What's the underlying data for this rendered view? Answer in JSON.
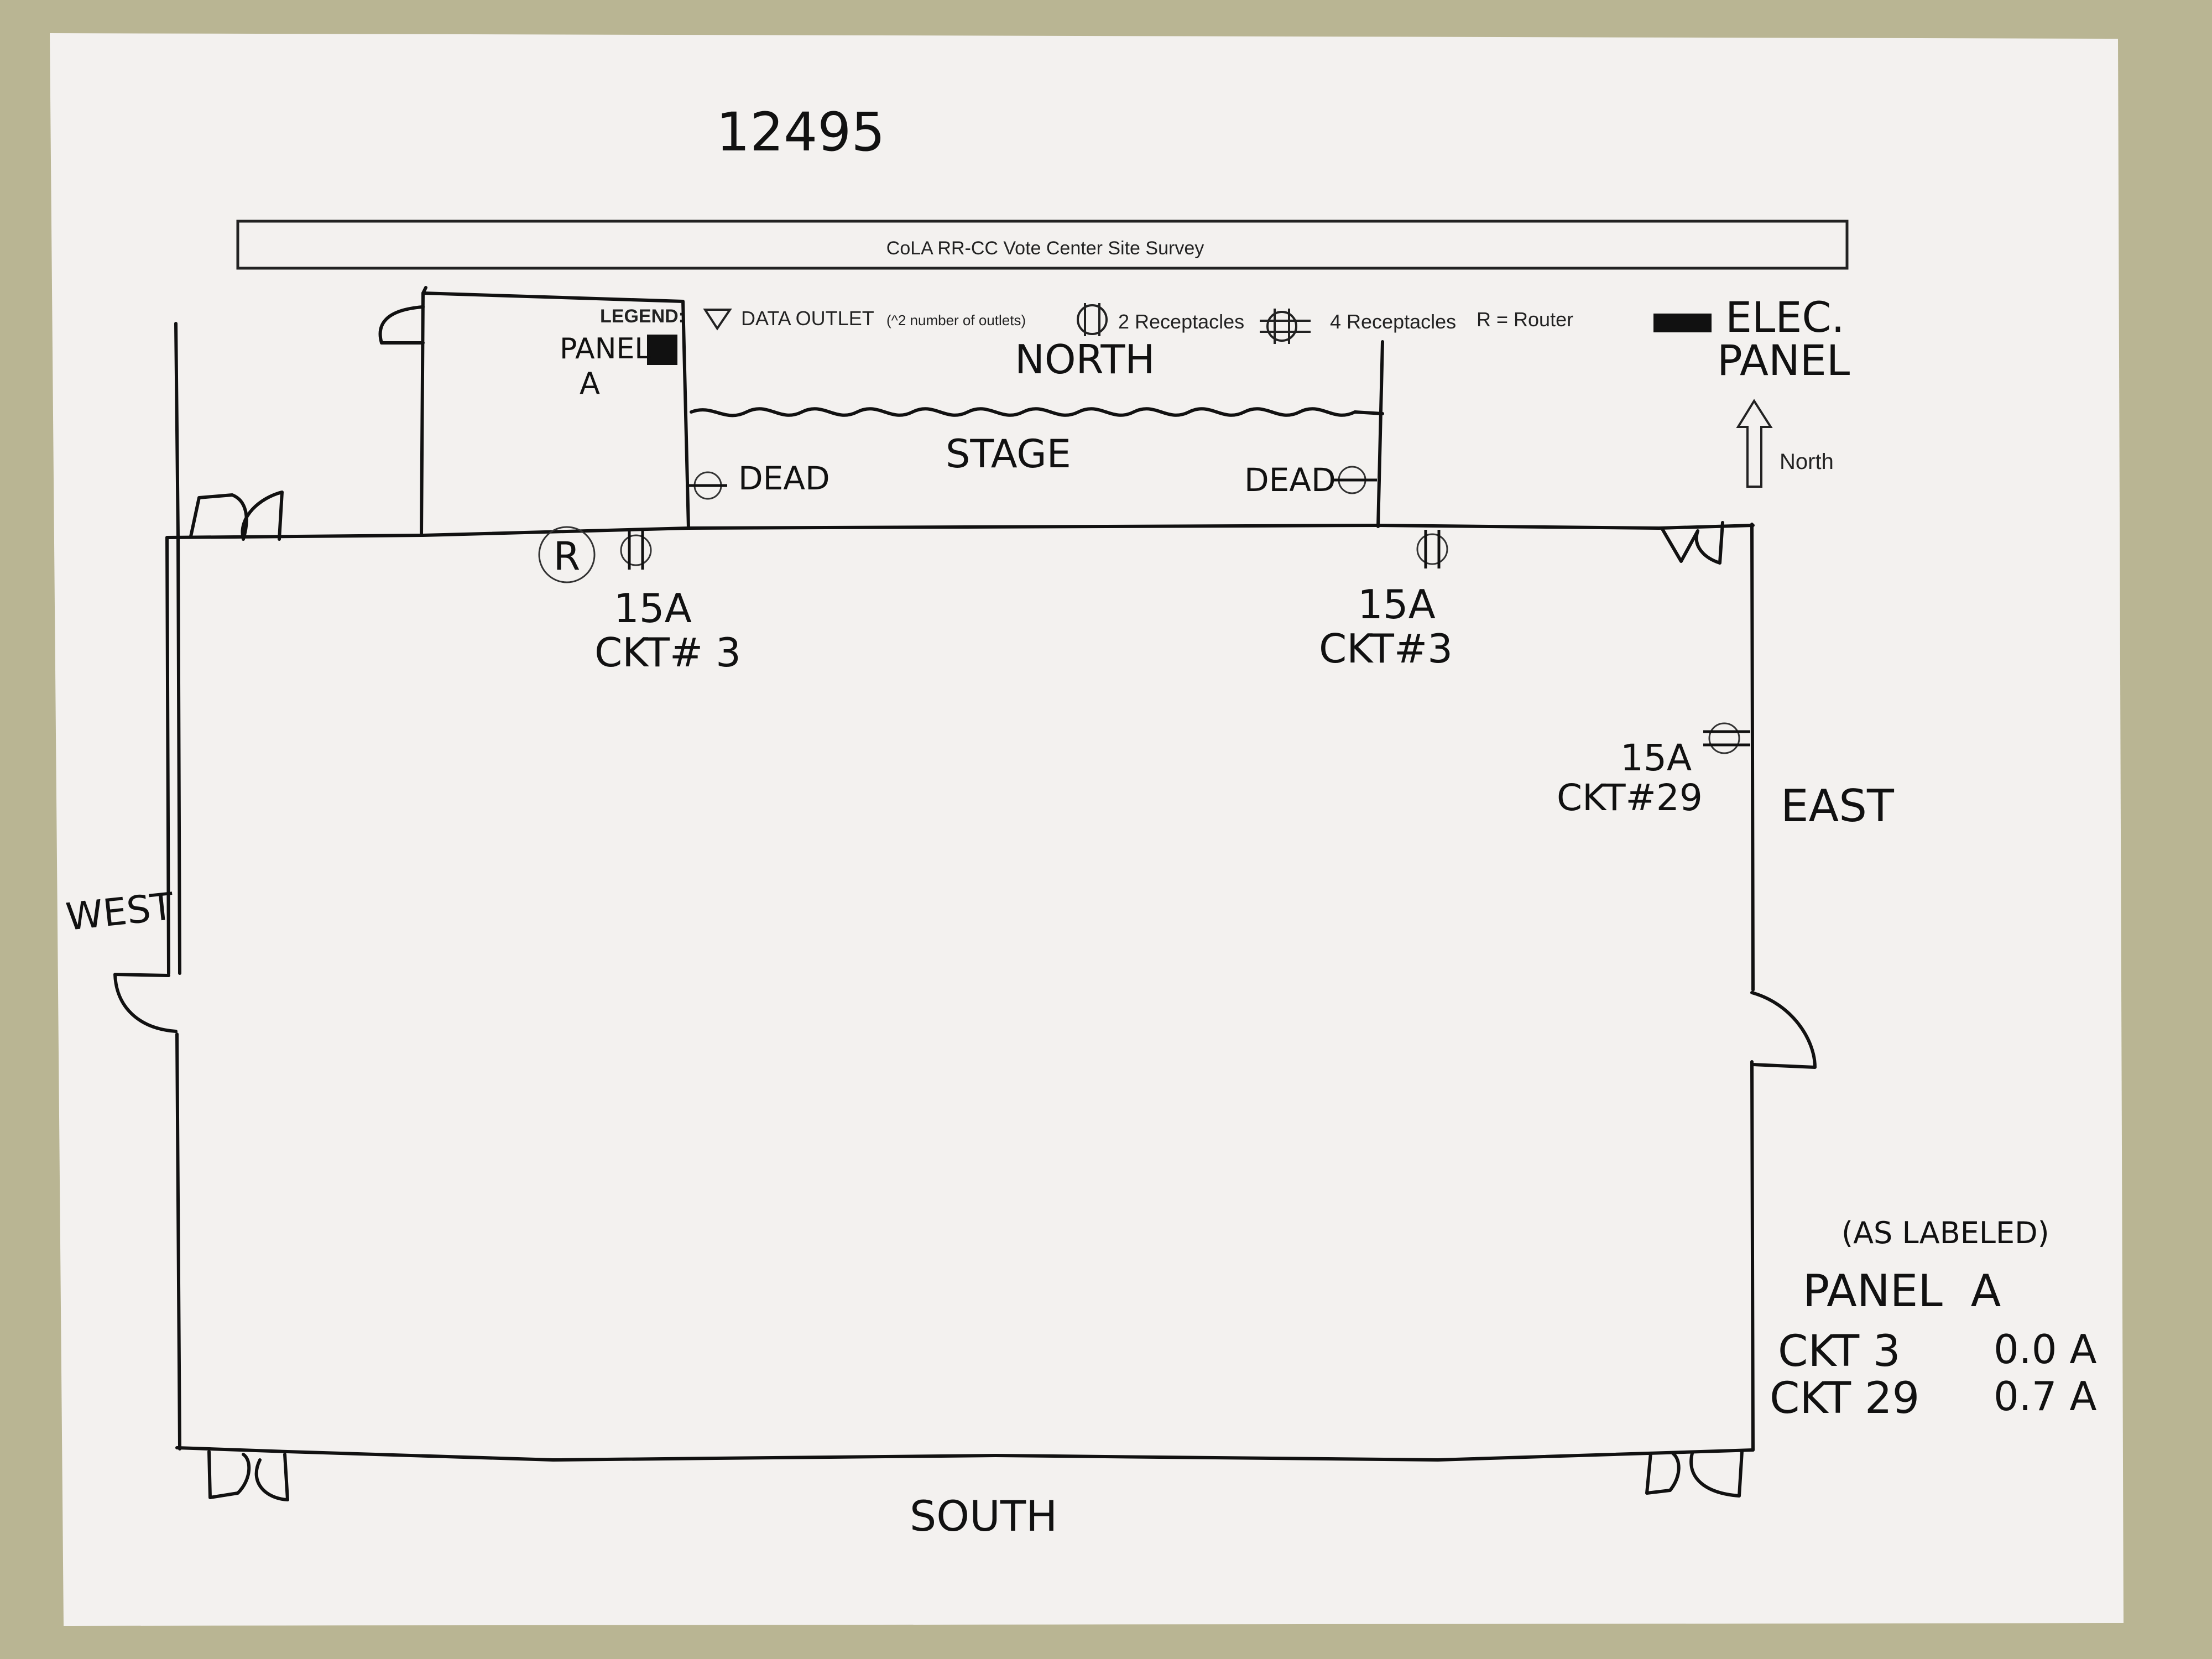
{
  "survey_number": "12495",
  "form": {
    "title": "CoLA RR-CC Vote Center Site Survey",
    "legend": {
      "label": "LEGEND:",
      "data_outlet": "DATA OUTLET",
      "data_outlet_note": "(^2 number of outlets)",
      "two_receptacles": "2 Receptacles",
      "four_receptacles": "4 Receptacles",
      "router": "R = Router",
      "north": "North"
    }
  },
  "handwritten": {
    "elec_panel_line1": "ELEC.",
    "elec_panel_line2": "PANEL",
    "north": "NORTH",
    "stage": "STAGE",
    "panel_a_line1": "PANEL",
    "panel_a_line2": "A",
    "dead_left": "DEAD",
    "dead_right": "DEAD",
    "router_symbol": "R",
    "left_outlet_amp": "15A",
    "left_outlet_ckt": "CKT# 3",
    "right_outlet_amp": "15A",
    "right_outlet_ckt": "CKT#3",
    "east_outlet_amp": "15A",
    "east_outlet_ckt": "CKT#29",
    "west": "WEST",
    "east": "EAST",
    "south": "SOUTH",
    "as_labeled": "(AS LABELED)",
    "panel_table_title": "PANEL  A",
    "panel_rows": [
      {
        "ckt": "CKT 3",
        "reading": "0.0 A"
      },
      {
        "ckt": "CKT 29",
        "reading": "0.7 A"
      }
    ]
  },
  "colors": {
    "background": "#b9b593",
    "paper": "#f3f1ef",
    "ink": "#111111"
  }
}
